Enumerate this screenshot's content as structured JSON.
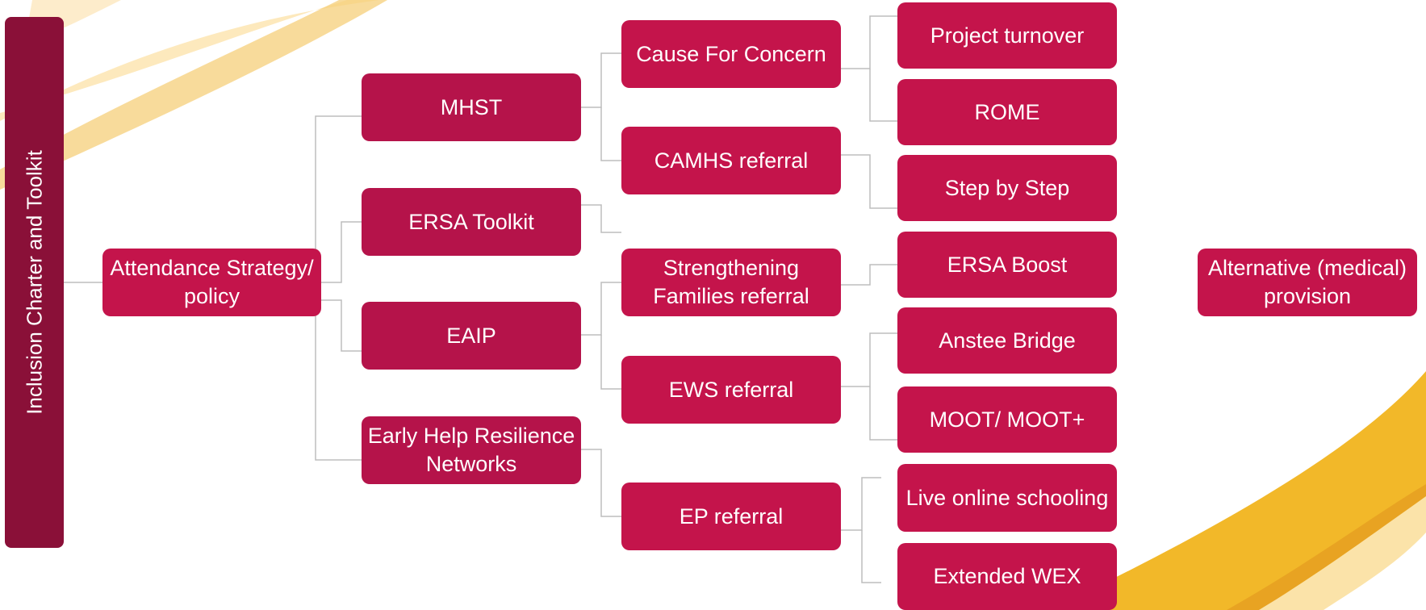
{
  "sidebar": {
    "label": "Inclusion Charter and Toolkit"
  },
  "nodes": {
    "attendance_strategy": "Attendance Strategy/ policy",
    "mhst": "MHST",
    "ersa_toolkit": "ERSA Toolkit",
    "eaip": "EAIP",
    "early_help": "Early Help Resilience Networks",
    "cause_for_concern": "Cause For Concern",
    "camhs_referral": "CAMHS referral",
    "strengthening_families": "Strengthening Families referral",
    "ews_referral": "EWS referral",
    "ep_referral": "EP referral",
    "project_turnover": "Project turnover",
    "rome": "ROME",
    "step_by_step": "Step by Step",
    "ersa_boost": "ERSA Boost",
    "anstee_bridge": "Anstee Bridge",
    "moot": "MOOT/ MOOT+",
    "live_online": "Live online schooling",
    "extended_wex": "Extended WEX",
    "alternative_provision": "Alternative (medical) provision"
  },
  "colors": {
    "node_fill": "#c4144b",
    "sidebar_fill": "#8a1038",
    "connector": "#bdbdbd",
    "accent_gold": "#f2b829",
    "accent_light": "#fbe3a9"
  }
}
